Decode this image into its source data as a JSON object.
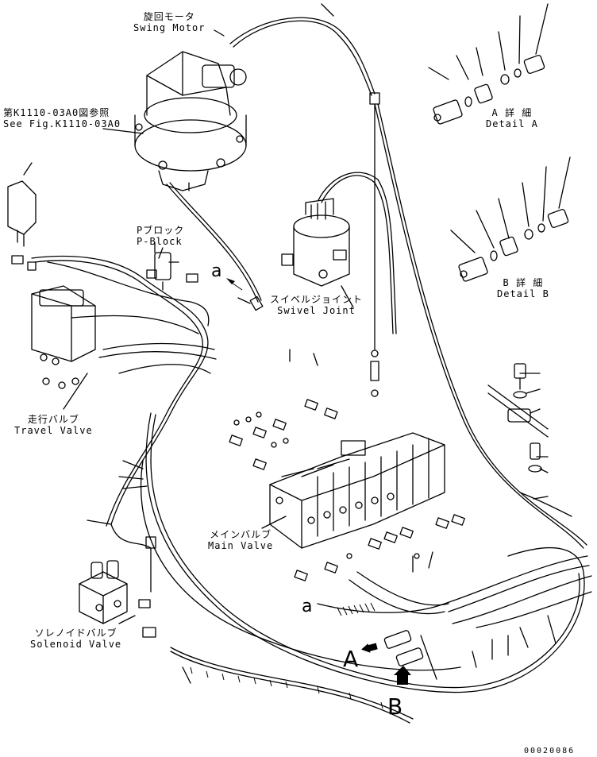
{
  "labels": {
    "swing_motor": {
      "jp": "旋回モータ",
      "en": "Swing Motor"
    },
    "see_fig": {
      "jp": "第K1110-03A0図参照",
      "en": "See Fig.K1110-03A0"
    },
    "p_block": {
      "jp": "Pブロック",
      "en": "P-Block"
    },
    "swivel_joint": {
      "jp": "スイベルジョイント",
      "en": "Swivel Joint"
    },
    "detail_a": {
      "jp": "A 詳 細",
      "en": "Detail A"
    },
    "detail_b": {
      "jp": "B 詳 細",
      "en": "Detail B"
    },
    "travel_valve": {
      "jp": "走行バルブ",
      "en": "Travel Valve"
    },
    "main_valve": {
      "jp": "メインバルブ",
      "en": "Main Valve"
    },
    "solenoid_valve": {
      "jp": "ソレノイドバルブ",
      "en": "Solenoid Valve"
    },
    "callout_a1": "a",
    "callout_a2": "a",
    "arrow_a": "A",
    "arrow_b": "B"
  },
  "drawing_code": "00020086"
}
